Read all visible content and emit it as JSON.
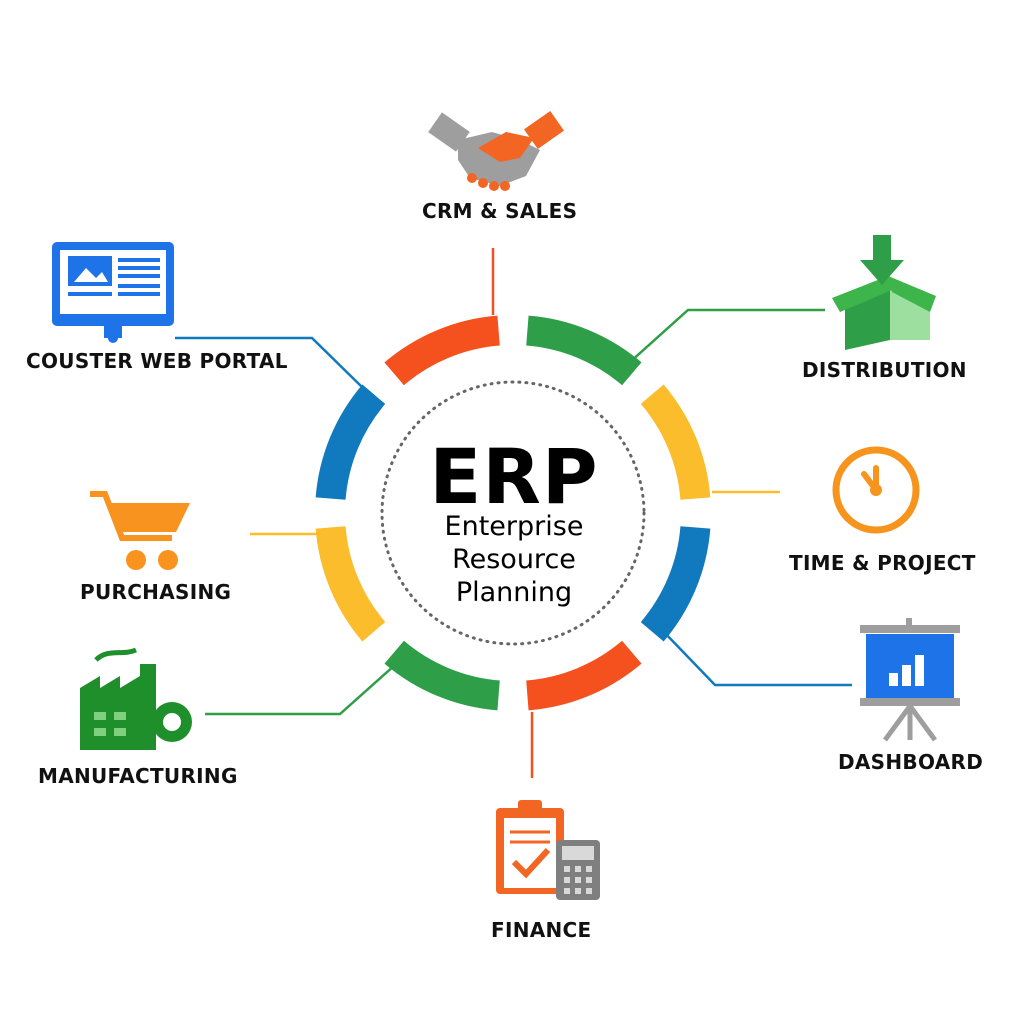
{
  "center": {
    "title": "ERP",
    "subtitle_lines": [
      "Enterprise",
      "Resource",
      "Planning"
    ]
  },
  "modules": [
    {
      "id": "crm",
      "label": "CRM  & SALES",
      "icon": "handshake-icon",
      "color": "#f4511e"
    },
    {
      "id": "distribution",
      "label": "DISTRIBUTION",
      "icon": "box-download-icon",
      "color": "#2e9e48"
    },
    {
      "id": "time",
      "label": "TIME & PROJECT",
      "icon": "clock-icon",
      "color": "#fbbd2b"
    },
    {
      "id": "dashboard",
      "label": "DASHBOARD",
      "icon": "presentation-chart-icon",
      "color": "#1179be"
    },
    {
      "id": "finance",
      "label": "FINANCE",
      "icon": "clipboard-calculator-icon",
      "color": "#f4511e"
    },
    {
      "id": "manufacturing",
      "label": "MANUFACTURING",
      "icon": "factory-icon",
      "color": "#2e9e48"
    },
    {
      "id": "purchasing",
      "label": "PURCHASING",
      "icon": "shopping-cart-icon",
      "color": "#fbbd2b"
    },
    {
      "id": "portal",
      "label": "COUSTER WEB PORTAL",
      "icon": "monitor-icon",
      "color": "#1179be"
    }
  ],
  "colors": {
    "orange": "#f4511e",
    "green": "#2e9e48",
    "yellow": "#fbbd2b",
    "blue": "#1179be",
    "cart_orange": "#f7931e",
    "clock_orange": "#f7941d",
    "factory_green": "#1e8f2a"
  }
}
